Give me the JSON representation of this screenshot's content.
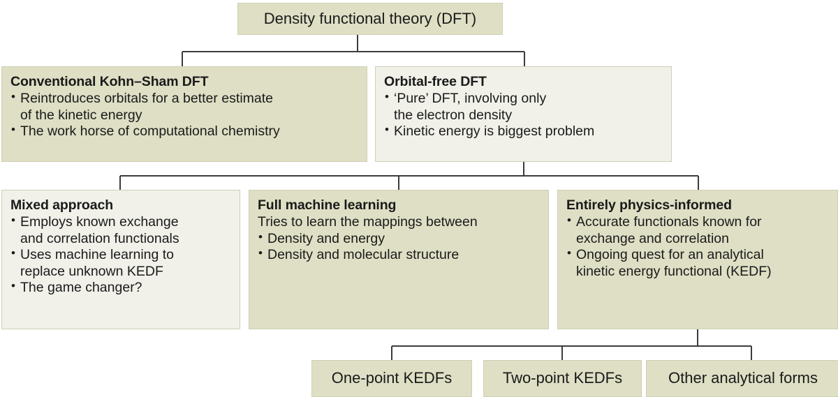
{
  "diagram": {
    "colors": {
      "tan": "#dedfc4",
      "cream": "#f1f1ea",
      "border": "#cfcfb4",
      "connector": "#3c3c3c",
      "text": "#1a1a1a",
      "background": "#ffffff"
    },
    "nodes": {
      "root": {
        "label": "Density functional theory (DFT)"
      },
      "kohn_sham": {
        "title": "Conventional Kohn–Sham DFT",
        "bullets": [
          "Reintroduces orbitals for a better estimate\nof the kinetic energy",
          "The work horse of computational chemistry"
        ]
      },
      "orbital_free": {
        "title": "Orbital-free DFT",
        "bullets": [
          "‘Pure’ DFT, involving only\nthe electron density",
          "Kinetic energy is biggest problem"
        ]
      },
      "mixed": {
        "title": "Mixed approach",
        "bullets": [
          "Employs known exchange\nand correlation functionals",
          "Uses machine learning to\nreplace unknown KEDF",
          "The game changer?"
        ]
      },
      "full_ml": {
        "title": "Full machine learning",
        "lead": "Tries to learn the mappings between",
        "bullets": [
          "Density and energy",
          "Density and molecular structure"
        ]
      },
      "physics": {
        "title": "Entirely physics-informed",
        "bullets": [
          "Accurate functionals known for\nexchange and correlation",
          "Ongoing quest for an analytical\nkinetic energy functional (KEDF)"
        ]
      },
      "one_point": {
        "label": "One-point KEDFs"
      },
      "two_point": {
        "label": "Two-point KEDFs"
      },
      "other_forms": {
        "label": "Other analytical forms"
      }
    }
  }
}
